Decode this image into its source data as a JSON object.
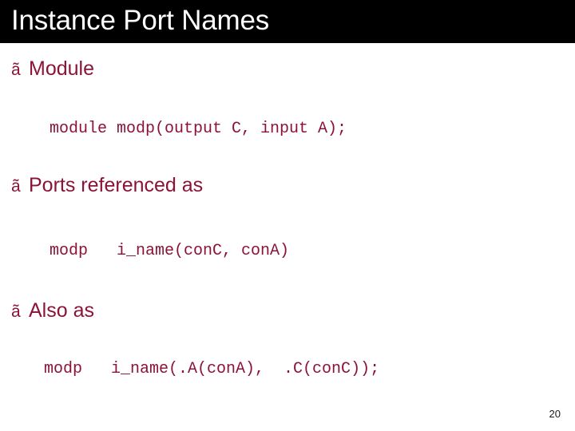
{
  "slide": {
    "title": "Instance Port Names",
    "page_number": "20",
    "colors": {
      "banner_background": "#000000",
      "title_text": "#ffffff",
      "body_text": "#8C1338",
      "slide_background": "#ffffff",
      "page_number_text": "#1a1a1a"
    },
    "bullet_glyph": "ã",
    "blocks": [
      {
        "bullet": "ã",
        "heading": "Module",
        "code": "module modp(output C, input A);"
      },
      {
        "bullet": "ã",
        "heading": "Ports referenced as",
        "code": "modp   i_name(conC, conA)"
      },
      {
        "bullet": "ã",
        "heading": "Also as",
        "code": "modp   i_name(.A(conA),  .C(conC));"
      }
    ]
  }
}
